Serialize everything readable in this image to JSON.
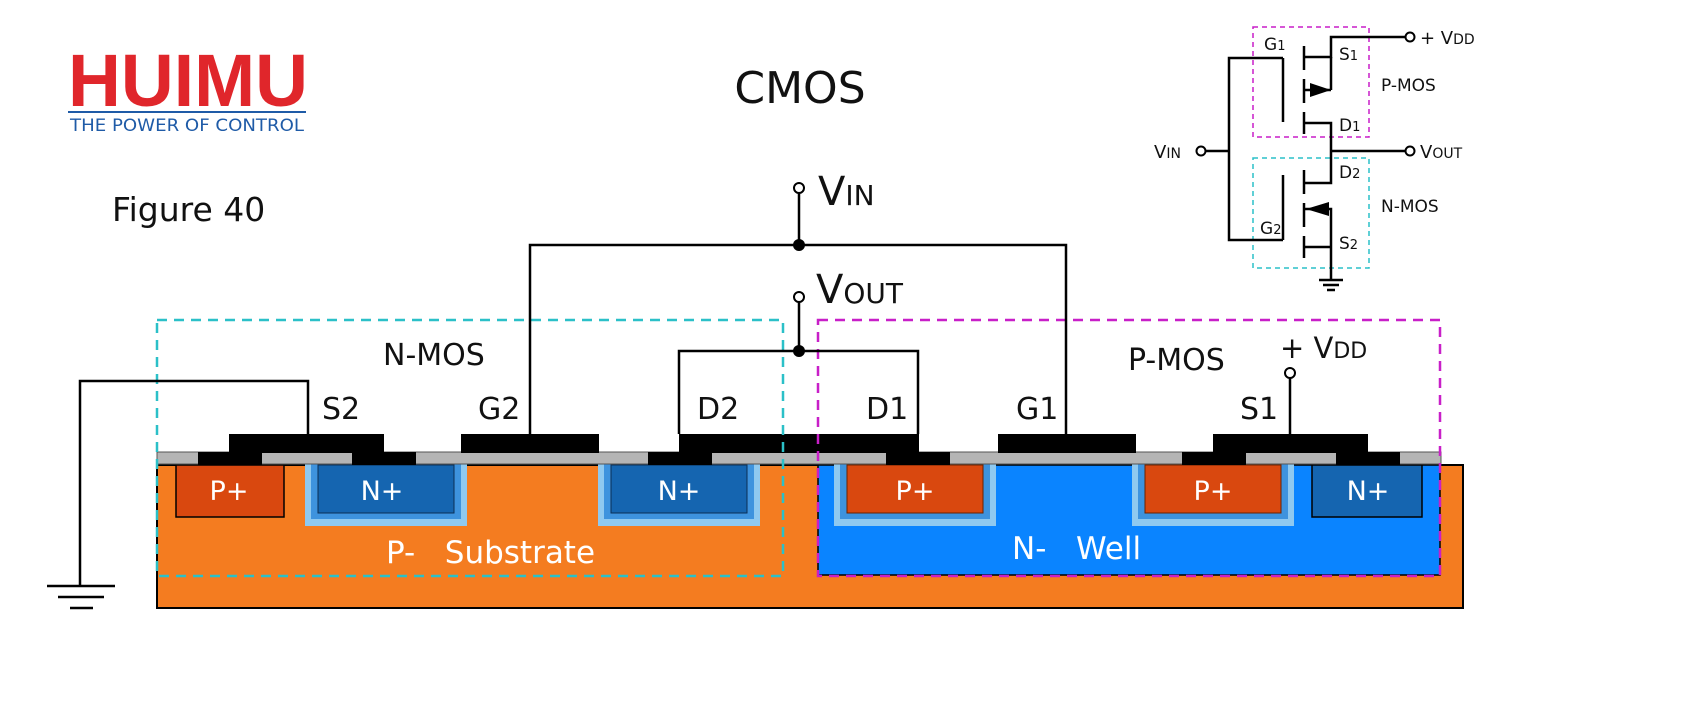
{
  "logo": {
    "brand": "HUIMU",
    "tagline": "THE POWER OF CONTROL"
  },
  "title": "CMOS",
  "figure_label": "Figure 40",
  "cross_section": {
    "vin_label": {
      "main": "V",
      "sub": "IN"
    },
    "vout_label": {
      "main": "V",
      "sub": "OUT"
    },
    "vdd_label": {
      "main": "+ V",
      "sub": "DD"
    },
    "nmos_label": "N-MOS",
    "pmos_label": "P-MOS",
    "terminals": {
      "s2": "S2",
      "g2": "G2",
      "d2": "D2",
      "d1": "D1",
      "g1": "G1",
      "s1": "S1"
    },
    "regions": {
      "p_plus_left": "P+",
      "n_plus_1": "N+",
      "n_plus_2": "N+",
      "p_plus_1": "P+",
      "p_plus_2": "P+",
      "n_plus_right": "N+"
    },
    "substrate_label": "P-   Substrate",
    "well_label": "N-   Well"
  },
  "schematic": {
    "vdd": {
      "main": "+ V",
      "sub": "DD"
    },
    "vin": {
      "main": "V",
      "sub": "IN"
    },
    "vout": {
      "main": "V",
      "sub": "OUT"
    },
    "g1": {
      "main": "G",
      "sub": "1"
    },
    "s1": {
      "main": "S",
      "sub": "1"
    },
    "d1": {
      "main": "D",
      "sub": "1"
    },
    "d2": {
      "main": "D",
      "sub": "2"
    },
    "g2": {
      "main": "G",
      "sub": "2"
    },
    "s2": {
      "main": "S",
      "sub": "2"
    },
    "pmos": "P-MOS",
    "nmos": "N-MOS"
  },
  "colors": {
    "brand_red": "#E0262B",
    "brand_blue": "#1F5BA7",
    "substrate": "#F47C20",
    "n_well": "#0A84FF",
    "n_plus": "#1565B0",
    "p_plus": "#D9480F",
    "nmos_box": "#2BC0C8",
    "pmos_box": "#C81FC8",
    "oxide": "#B5B5B5",
    "metal": "#000000"
  }
}
